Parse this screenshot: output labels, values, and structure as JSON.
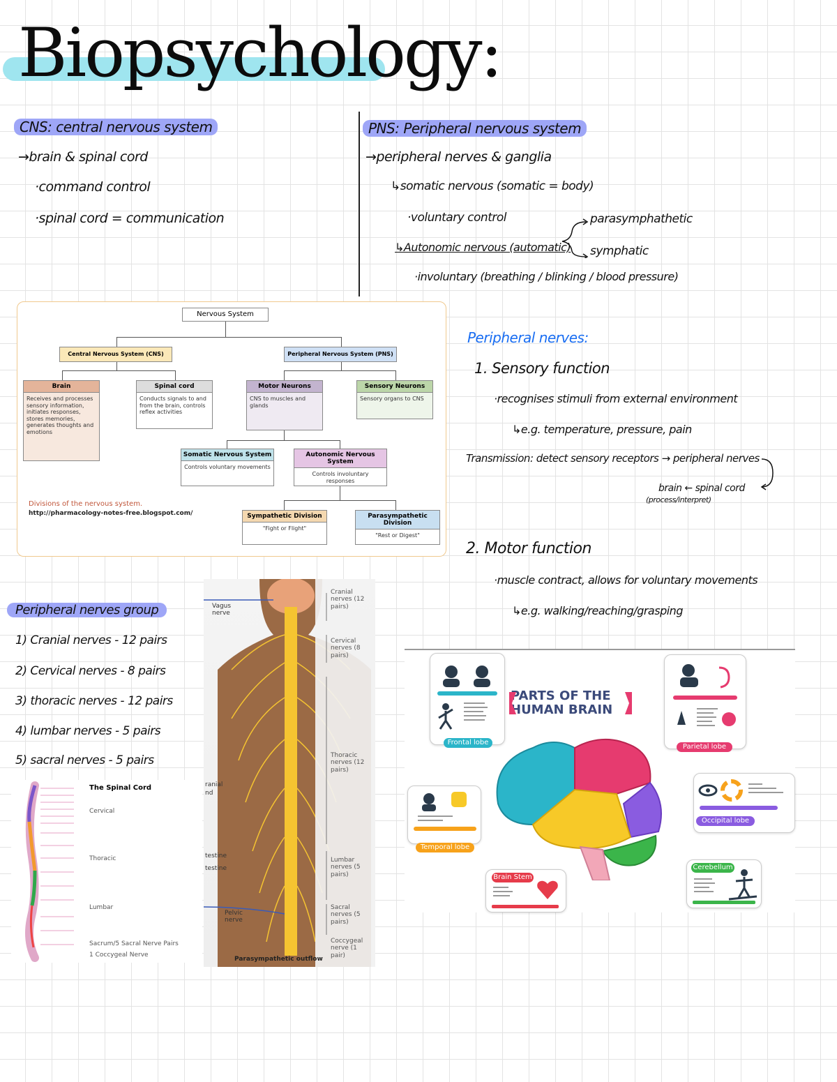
{
  "title": "Biopsychology:",
  "cns": {
    "heading": "CNS: central nervous system",
    "lines": [
      "→brain & spinal cord",
      "·command control",
      "·spinal cord = communication"
    ]
  },
  "pns": {
    "heading": "PNS: Peripheral nervous system",
    "lines": [
      "→peripheral nerves & ganglia",
      "↳somatic nervous (somatic = body)",
      "·voluntary control",
      "↳Autonomic nervous (automatic)",
      "·involuntary (breathing / blinking / blood pressure)"
    ],
    "branches": [
      "parasymphathetic",
      "symphatic"
    ]
  },
  "diagram": {
    "root": "Nervous System",
    "cns": "Central Nervous System (CNS)",
    "pns": "Peripheral Nervous System (PNS)",
    "brain": {
      "head": "Brain",
      "body": "Receives and processes sensory information, initiates responses, stores memories, generates thoughts and emotions"
    },
    "spinal": {
      "head": "Spinal cord",
      "body": "Conducts signals to and from the brain, controls reflex activities"
    },
    "motor": {
      "head": "Motor Neurons",
      "body": "CNS to muscles and glands"
    },
    "sensory": {
      "head": "Sensory Neurons",
      "body": "Sensory organs to CNS"
    },
    "somatic": {
      "head": "Somatic Nervous System",
      "body": "Controls voluntary movements"
    },
    "autonomic": {
      "head": "Autonomic Nervous System",
      "body": "Controls involuntary responses"
    },
    "sympathetic": {
      "head": "Sympathetic Division",
      "body": "\"Fight or Flight\""
    },
    "parasympathetic": {
      "head": "Parasympathetic Division",
      "body": "\"Rest or Digest\""
    },
    "caption": "Divisions of the nervous system.",
    "url": "http://pharmacology-notes-free.blogspot.com/"
  },
  "peripheral_nerves": {
    "heading": "Peripheral nerves:",
    "sensory": "1. Sensory function",
    "sensory_lines": [
      "·recognises stimuli from external environment",
      "↳e.g. temperature, pressure, pain"
    ],
    "transmission": "Transmission: detect sensory receptors → peripheral nerves",
    "transmission_back": "brain ← spinal cord",
    "transmission_note": "(process/interpret)",
    "motor": "2. Motor function",
    "motor_lines": [
      "·muscle contract, allows for voluntary movements",
      "↳e.g. walking/reaching/grasping"
    ]
  },
  "group": {
    "heading": "Peripheral nerves group",
    "items": [
      "1) Cranial nerves - 12 pairs",
      "2) Cervical nerves - 8 pairs",
      "3) thoracic nerves - 12 pairs",
      "4) lumbar nerves - 5 pairs",
      "5) sacral nerves - 5 pairs"
    ]
  },
  "spinal_small": {
    "title": "The Spinal Cord",
    "labels": [
      "Cervical",
      "Thoracic",
      "Lumbar",
      "Sacrum/5 Sacral Nerve Pairs",
      "1 Coccygeal Nerve"
    ]
  },
  "spinal_photo": {
    "left_labels": [
      "Vagus nerve",
      "Pelvic nerve"
    ],
    "cut_labels": [
      "ranial",
      "nd",
      "testine",
      "testine"
    ],
    "right_labels": [
      "Cranial nerves (12 pairs)",
      "Cervical nerves (8 pairs)",
      "Thoracic nerves (12 pairs)",
      "Lumbar nerves (5 pairs)",
      "Sacral nerves (5 pairs)",
      "Coccygeal nerve (1 pair)"
    ],
    "caption": "Parasympathetic outflow"
  },
  "brain": {
    "title_line1": "PARTS OF THE",
    "title_line2": "HUMAN BRAIN",
    "frontal": "Frontal lobe",
    "parietal": "Parietal lobe",
    "occipital": "Occipital lobe",
    "temporal": "Temporal lobe",
    "cerebellum": "Cerebellum",
    "brainstem": "Brain Stem",
    "colors": {
      "frontal": "#2bb5c9",
      "parietal": "#e63b6f",
      "occipital": "#8a5ce0",
      "temporal": "#f7c928",
      "cerebellum": "#3bb54a",
      "stem": "#f2a7b8"
    }
  }
}
